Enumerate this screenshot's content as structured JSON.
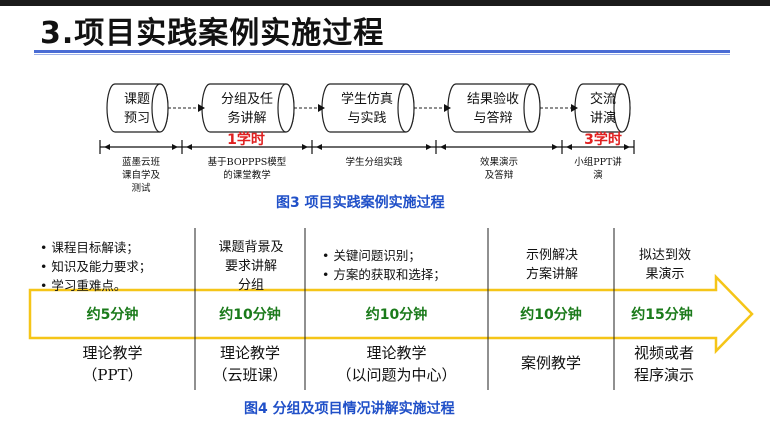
{
  "title": "3.项目实践案例实施过程",
  "fig3": {
    "steps": [
      {
        "line1": "课题",
        "line2": "预习"
      },
      {
        "line1": "分组及任",
        "line2": "务讲解"
      },
      {
        "line1": "学生仿真",
        "line2": "与实践"
      },
      {
        "line1": "结果验收",
        "line2": "与答辩"
      },
      {
        "line1": "交流",
        "line2": "讲演"
      }
    ],
    "hours": [
      "1学时",
      "3学时"
    ],
    "labels": [
      [
        "蓝墨云班",
        "课自学及",
        "测试"
      ],
      [
        "基于BOPPPS模型",
        "的课堂教学"
      ],
      [
        "学生分组实践"
      ],
      [
        "效果演示",
        "及答辩"
      ],
      [
        "小组PPT讲",
        "演"
      ]
    ],
    "caption": "图3  项目实践案例实施过程"
  },
  "fig4": {
    "col1_bullets": [
      "课程目标解读；",
      "知识及能力要求；",
      "学习重难点。"
    ],
    "col2_top": [
      "课题背景及",
      "要求讲解",
      "分组"
    ],
    "col3_bullets": [
      "关键问题识别；",
      "方案的获取和选择；"
    ],
    "col4_top": [
      "示例解决",
      "方案讲解"
    ],
    "col5_top": [
      "拟达到效",
      "果演示"
    ],
    "times": [
      "约5分钟",
      "约10分钟",
      "约10分钟",
      "约10分钟",
      "约15分钟"
    ],
    "bottom": [
      [
        "理论教学",
        "（PPT）"
      ],
      [
        "理论教学",
        "（云班课）"
      ],
      [
        "理论教学",
        "（以问题为中心）"
      ],
      [
        "案例教学"
      ],
      [
        "视频或者",
        "程序演示"
      ]
    ],
    "caption": "图4 分组及项目情况讲解实施过程"
  },
  "colors": {
    "accent": "#2050c8",
    "red": "#e02020",
    "green": "#1a7a1a",
    "arrow": "#f5c518"
  }
}
